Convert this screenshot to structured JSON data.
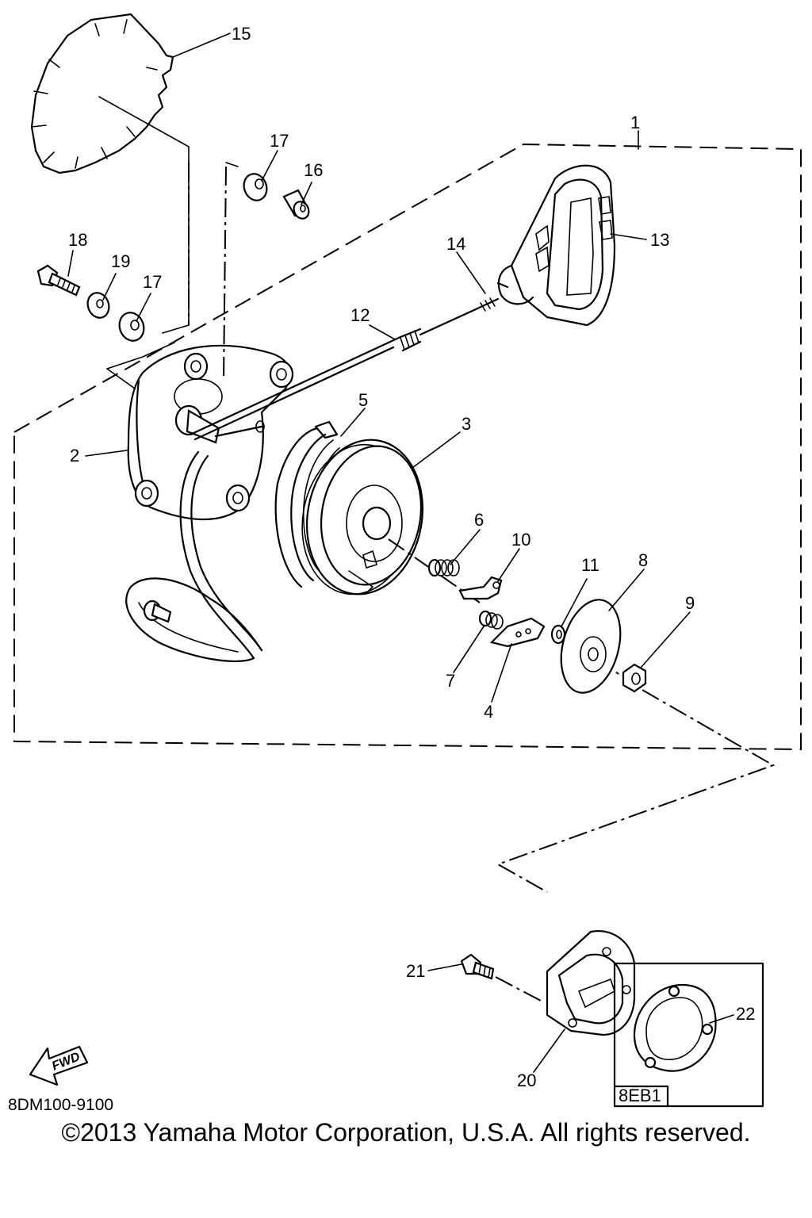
{
  "diagram": {
    "callouts": [
      {
        "id": "1",
        "label": "1"
      },
      {
        "id": "2",
        "label": "2"
      },
      {
        "id": "3",
        "label": "3"
      },
      {
        "id": "4",
        "label": "4"
      },
      {
        "id": "5",
        "label": "5"
      },
      {
        "id": "6",
        "label": "6"
      },
      {
        "id": "7",
        "label": "7"
      },
      {
        "id": "8",
        "label": "8"
      },
      {
        "id": "9",
        "label": "9"
      },
      {
        "id": "10",
        "label": "10"
      },
      {
        "id": "11",
        "label": "11"
      },
      {
        "id": "12",
        "label": "12"
      },
      {
        "id": "13",
        "label": "13"
      },
      {
        "id": "14",
        "label": "14"
      },
      {
        "id": "15",
        "label": "15"
      },
      {
        "id": "16",
        "label": "16"
      },
      {
        "id": "17a",
        "label": "17"
      },
      {
        "id": "17b",
        "label": "17"
      },
      {
        "id": "18",
        "label": "18"
      },
      {
        "id": "19",
        "label": "19"
      },
      {
        "id": "20",
        "label": "20"
      },
      {
        "id": "21",
        "label": "21"
      },
      {
        "id": "22",
        "label": "22"
      }
    ],
    "fwd_arrow_label": "FWD",
    "drawing_code": "8DM100-9100",
    "variant_box_code": "8EB1"
  },
  "footer": {
    "copyright": "©2013 Yamaha Motor Corporation, U.S.A. All rights reserved."
  }
}
